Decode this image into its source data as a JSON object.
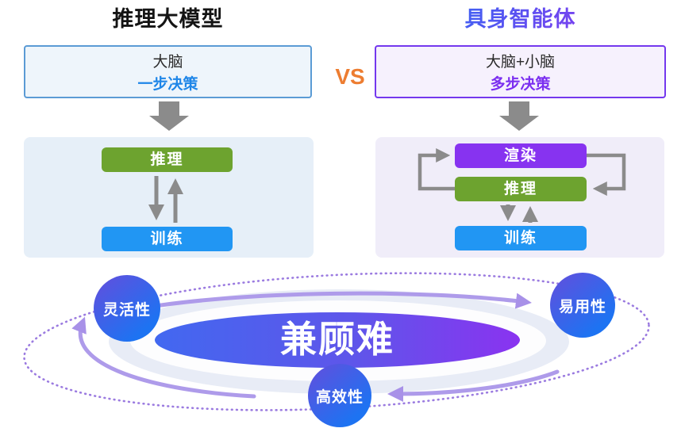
{
  "left": {
    "title": "推理大模型",
    "box": {
      "line1": "大脑",
      "line2": "一步决策"
    },
    "flow": {
      "node1": "推理",
      "node2": "训练"
    }
  },
  "vs_label": "VS",
  "right": {
    "title": "具身智能体",
    "box": {
      "line1": "大脑+小脑",
      "line2": "多步决策"
    },
    "flow": {
      "node1": "渲染",
      "node2": "推理",
      "node3": "训练"
    }
  },
  "bottom": {
    "center_label": "兼顾难",
    "circles": [
      {
        "label": "灵活性"
      },
      {
        "label": "易用性"
      },
      {
        "label": "高效性"
      }
    ]
  },
  "colors": {
    "accent_orange": "#ED7D31",
    "accent_blue": "#1E86E8",
    "accent_purple": "#7B2FF0",
    "node_green": "#6DA32F",
    "node_blue": "#2196F3",
    "node_purple": "#8733F0",
    "arrow_gray": "#8B8B8B",
    "cycle_arrow_purple": "#AE9BEA",
    "dotted_ring_purple": "#9B7BE0",
    "ellipse_gradient_start": "#4268F0",
    "ellipse_gradient_end": "#8A33F0"
  }
}
